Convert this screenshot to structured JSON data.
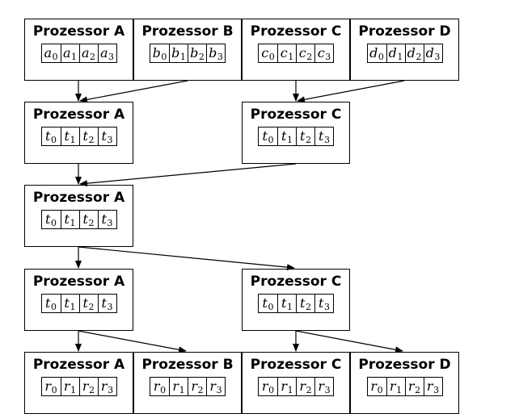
{
  "rows": [
    {
      "boxes": [
        {
          "title": "Prozessor A",
          "cells": [
            {
              "sym": "a",
              "sub": "0"
            },
            {
              "sym": "a",
              "sub": "1"
            },
            {
              "sym": "a",
              "sub": "2"
            },
            {
              "sym": "a",
              "sub": "3"
            }
          ]
        },
        {
          "title": "Prozessor B",
          "cells": [
            {
              "sym": "b",
              "sub": "0"
            },
            {
              "sym": "b",
              "sub": "1"
            },
            {
              "sym": "b",
              "sub": "2"
            },
            {
              "sym": "b",
              "sub": "3"
            }
          ]
        },
        {
          "title": "Prozessor C",
          "cells": [
            {
              "sym": "c",
              "sub": "0"
            },
            {
              "sym": "c",
              "sub": "1"
            },
            {
              "sym": "c",
              "sub": "2"
            },
            {
              "sym": "c",
              "sub": "3"
            }
          ]
        },
        {
          "title": "Prozessor D",
          "cells": [
            {
              "sym": "d",
              "sub": "0"
            },
            {
              "sym": "d",
              "sub": "1"
            },
            {
              "sym": "d",
              "sub": "2"
            },
            {
              "sym": "d",
              "sub": "3"
            }
          ]
        }
      ]
    },
    {
      "boxes": [
        {
          "title": "Prozessor A",
          "cells": [
            {
              "sym": "t",
              "sub": "0"
            },
            {
              "sym": "t",
              "sub": "1"
            },
            {
              "sym": "t",
              "sub": "2"
            },
            {
              "sym": "t",
              "sub": "3"
            }
          ]
        },
        {
          "title": "Prozessor C",
          "cells": [
            {
              "sym": "t",
              "sub": "0"
            },
            {
              "sym": "t",
              "sub": "1"
            },
            {
              "sym": "t",
              "sub": "2"
            },
            {
              "sym": "t",
              "sub": "3"
            }
          ]
        }
      ]
    },
    {
      "boxes": [
        {
          "title": "Prozessor A",
          "cells": [
            {
              "sym": "t",
              "sub": "0"
            },
            {
              "sym": "t",
              "sub": "1"
            },
            {
              "sym": "t",
              "sub": "2"
            },
            {
              "sym": "t",
              "sub": "3"
            }
          ]
        }
      ]
    },
    {
      "boxes": [
        {
          "title": "Prozessor A",
          "cells": [
            {
              "sym": "t",
              "sub": "0"
            },
            {
              "sym": "t",
              "sub": "1"
            },
            {
              "sym": "t",
              "sub": "2"
            },
            {
              "sym": "t",
              "sub": "3"
            }
          ]
        },
        {
          "title": "Prozessor C",
          "cells": [
            {
              "sym": "t",
              "sub": "0"
            },
            {
              "sym": "t",
              "sub": "1"
            },
            {
              "sym": "t",
              "sub": "2"
            },
            {
              "sym": "t",
              "sub": "3"
            }
          ]
        }
      ]
    },
    {
      "boxes": [
        {
          "title": "Prozessor A",
          "cells": [
            {
              "sym": "r",
              "sub": "0"
            },
            {
              "sym": "r",
              "sub": "1"
            },
            {
              "sym": "r",
              "sub": "2"
            },
            {
              "sym": "r",
              "sub": "3"
            }
          ]
        },
        {
          "title": "Prozessor B",
          "cells": [
            {
              "sym": "r",
              "sub": "0"
            },
            {
              "sym": "r",
              "sub": "1"
            },
            {
              "sym": "r",
              "sub": "2"
            },
            {
              "sym": "r",
              "sub": "3"
            }
          ]
        },
        {
          "title": "Prozessor C",
          "cells": [
            {
              "sym": "r",
              "sub": "0"
            },
            {
              "sym": "r",
              "sub": "1"
            },
            {
              "sym": "r",
              "sub": "2"
            },
            {
              "sym": "r",
              "sub": "3"
            }
          ]
        },
        {
          "title": "Prozessor D",
          "cells": [
            {
              "sym": "r",
              "sub": "0"
            },
            {
              "sym": "r",
              "sub": "1"
            },
            {
              "sym": "r",
              "sub": "2"
            },
            {
              "sym": "r",
              "sub": "3"
            }
          ]
        }
      ]
    }
  ]
}
